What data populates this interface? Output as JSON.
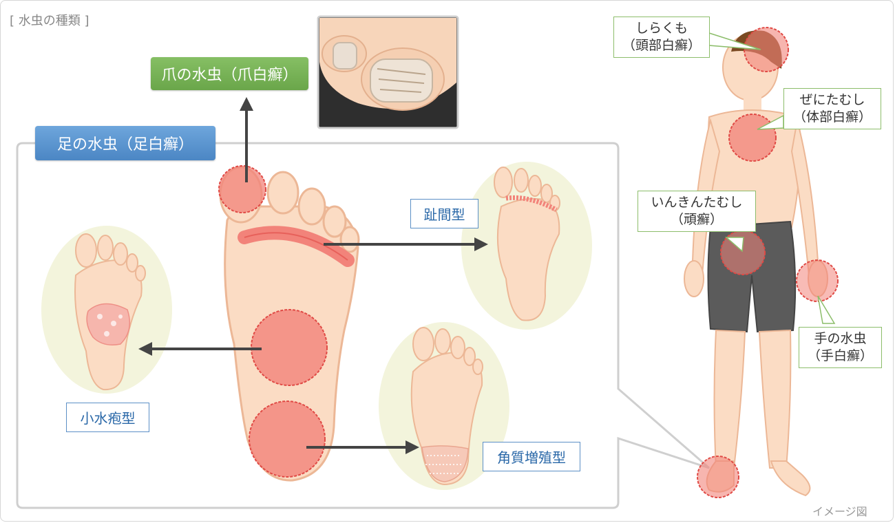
{
  "title": "[ 水虫の種類 ]",
  "nail": {
    "label": "爪の水虫（爪白癬）"
  },
  "foot": {
    "label": "足の水虫（足白癬）"
  },
  "types": {
    "interdigital": "趾間型",
    "vesicular": "小水疱型",
    "hyperkeratotic": "角質増殖型"
  },
  "body": {
    "head": {
      "name": "しらくも",
      "medical": "（頭部白癬）"
    },
    "trunk": {
      "name": "ぜにたむし",
      "medical": "（体部白癬）"
    },
    "groin": {
      "name": "いんきんたむし",
      "medical": "（頑癬）"
    },
    "hand": {
      "name": "手の水虫",
      "medical": "（手白癬）"
    }
  },
  "caption": "イメージ図",
  "colors": {
    "lesion_fill": "#f2837a",
    "lesion_stroke": "#e04a45",
    "skin": "#fbdcc4",
    "arrow": "#444444",
    "blue_accent": "#4b86c4",
    "green_accent": "#6aa64a"
  }
}
